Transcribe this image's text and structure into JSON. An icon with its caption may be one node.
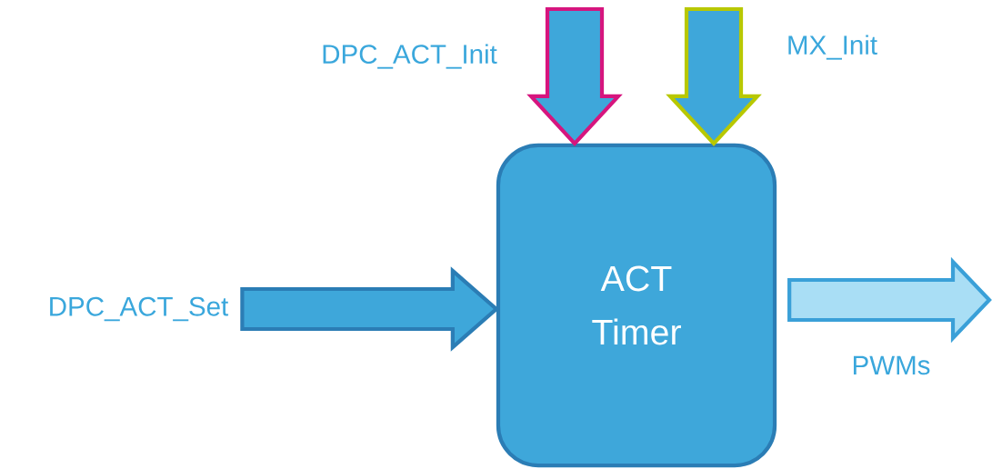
{
  "diagram": {
    "nodes": [
      {
        "text": [
          "ACT Timer"
        ]
      },
      {
        "text": [
          "DPC_ACT_Set"
        ]
      }
    ],
    "edges": [
      {
        "from": null,
        "to": 0,
        "arrow": "to",
        "label": "DPC_ACT_Init",
        "style": "thick",
        "color": "#d6157e"
      },
      {
        "from": null,
        "to": 0,
        "arrow": "to",
        "label": "MX_Init",
        "style": "thick",
        "color": "#b8c800"
      },
      {
        "from": 1,
        "to": 0,
        "arrow": "to",
        "style": "thick",
        "color": "#2b7db5"
      },
      {
        "from": 0,
        "to": null,
        "arrow": "to",
        "label": "PWMs",
        "style": "thick",
        "color": "#3aa0d8"
      }
    ]
  }
}
